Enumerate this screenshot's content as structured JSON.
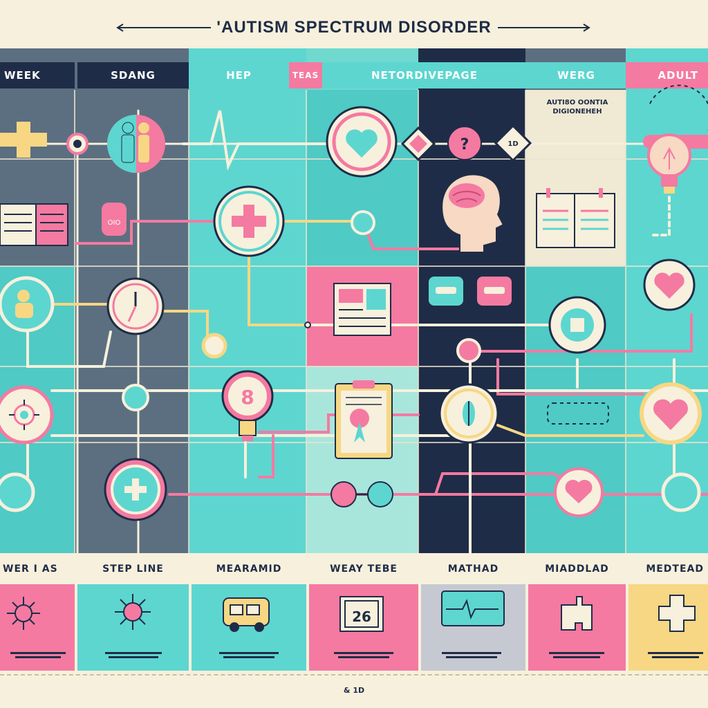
{
  "title": "'AUTISM SPECTRUM DISORDER",
  "columns": [
    {
      "header": "WEEK",
      "header_bg": "#1f2c47",
      "header_fg": "#ffffff",
      "bg": "#5c6f80"
    },
    {
      "header": "SDANG",
      "header_bg": "#1f2c47",
      "header_fg": "#ffffff",
      "bg": "#5c6f80"
    },
    {
      "header": "HEP",
      "header_bg": "#5dd6d0",
      "header_fg": "#ffffff",
      "bg": "#5dd6d0"
    },
    {
      "header": "TEAS",
      "header_bg": "#f47aa1",
      "header_fg": "#ffffff",
      "bg": "#5dd6d0"
    },
    {
      "header": "NETORDIVEPAGE",
      "header_bg": "#5dd6d0",
      "header_fg": "#ffffff",
      "bg": "#1f2c47"
    },
    {
      "header": "WERG",
      "header_bg": "#5dd6d0",
      "header_fg": "#ffffff",
      "bg": "#5c6f80"
    },
    {
      "header": "ADULT",
      "header_bg": "#f47aa1",
      "header_fg": "#ffffff",
      "bg": "#5dd6d0"
    }
  ],
  "card_labels": [
    "WER I AS",
    "STEP LINE",
    "MEARAMID",
    "WEAY TEBE",
    "MATHAD",
    "MIADDLAD",
    "MEDTEAD"
  ],
  "card_colors": [
    "#f47aa1",
    "#5dd6d0",
    "#5dd6d0",
    "#f47aa1",
    "#c6c9d2",
    "#f47aa1",
    "#f7d784"
  ],
  "card_icons": [
    "virus-icon",
    "virus-icon",
    "bus-icon",
    "calendar-icon",
    "heart-monitor-icon",
    "puzzle-icon",
    "plus-icon"
  ],
  "calendar_number": "26",
  "node_labels": {
    "question": "?",
    "diamond": "1D",
    "bulb_number": "8",
    "adult_label": "AUTI8O OONTIA DIGIONEHEH"
  },
  "footer": "& 1D",
  "palette": {
    "navy": "#1f2c47",
    "teal": "#5dd6d0",
    "pink": "#f47aa1",
    "yellow": "#f7d784",
    "cream": "#f7f0dc",
    "slate": "#5c6f80"
  }
}
